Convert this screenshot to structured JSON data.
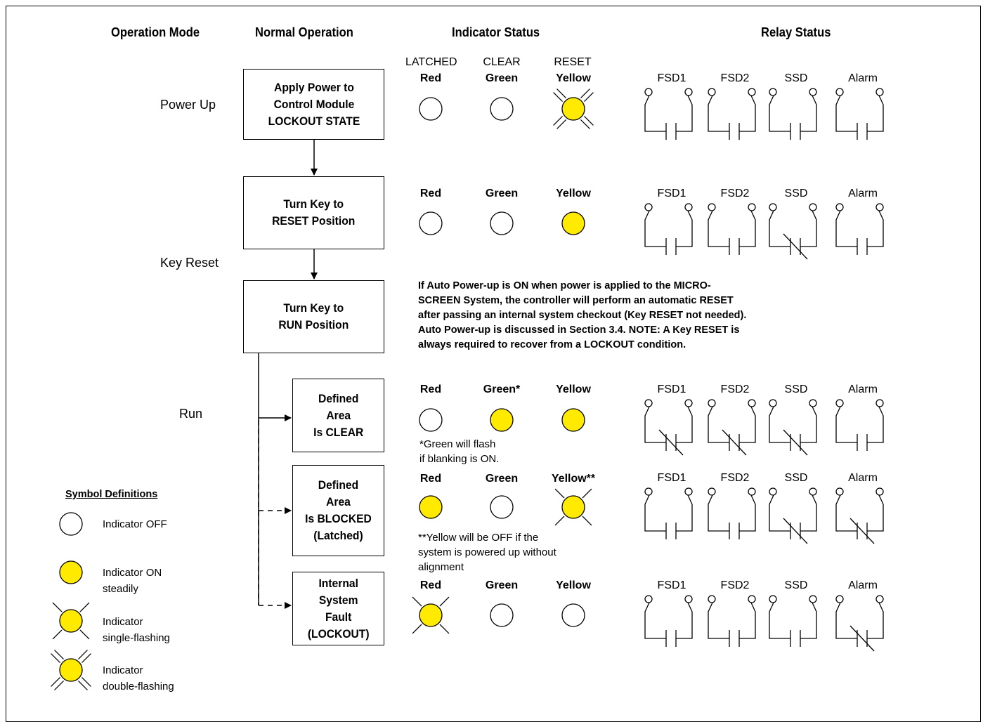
{
  "headers": {
    "operation_mode": "Operation Mode",
    "normal_operation": "Normal Operation",
    "indicator_status": "Indicator Status",
    "relay_status": "Relay Status"
  },
  "modes": {
    "power_up": "Power Up",
    "key_reset": "Key Reset",
    "run": "Run"
  },
  "boxes": {
    "apply_power": "Apply Power to\nControl Module\nLOCKOUT STATE",
    "turn_reset": "Turn Key to\nRESET Position",
    "turn_run": "Turn Key to\nRUN Position",
    "area_clear": "Defined\nArea\nIs CLEAR",
    "area_blocked": "Defined\nArea\nIs BLOCKED\n(Latched)",
    "internal_fault": "Internal\nSystem\nFault\n(LOCKOUT)"
  },
  "indicator_top_labels": {
    "latched": "LATCHED",
    "clear": "CLEAR",
    "reset": "RESET"
  },
  "rows": [
    {
      "id": "power_up",
      "labels": [
        "Red",
        "Green",
        "Yellow"
      ],
      "states": [
        "off",
        "off",
        "double-flashing"
      ],
      "relays": [
        {
          "name": "FSD1",
          "state": "open"
        },
        {
          "name": "FSD2",
          "state": "open"
        },
        {
          "name": "SSD",
          "state": "open"
        },
        {
          "name": "Alarm",
          "state": "open"
        }
      ]
    },
    {
      "id": "key_reset",
      "labels": [
        "Red",
        "Green",
        "Yellow"
      ],
      "states": [
        "off",
        "off",
        "on"
      ],
      "relays": [
        {
          "name": "FSD1",
          "state": "open"
        },
        {
          "name": "FSD2",
          "state": "open"
        },
        {
          "name": "SSD",
          "state": "closed"
        },
        {
          "name": "Alarm",
          "state": "open"
        }
      ]
    },
    {
      "id": "area_clear",
      "labels": [
        "Red",
        "Green*",
        "Yellow"
      ],
      "states": [
        "off",
        "on",
        "on"
      ],
      "relays": [
        {
          "name": "FSD1",
          "state": "closed"
        },
        {
          "name": "FSD2",
          "state": "closed"
        },
        {
          "name": "SSD",
          "state": "closed"
        },
        {
          "name": "Alarm",
          "state": "open"
        }
      ]
    },
    {
      "id": "area_blocked",
      "labels": [
        "Red",
        "Green",
        "Yellow**"
      ],
      "states": [
        "on",
        "off",
        "single-flashing"
      ],
      "relays": [
        {
          "name": "FSD1",
          "state": "open"
        },
        {
          "name": "FSD2",
          "state": "open"
        },
        {
          "name": "SSD",
          "state": "closed"
        },
        {
          "name": "Alarm",
          "state": "closed"
        }
      ]
    },
    {
      "id": "internal_fault",
      "labels": [
        "Red",
        "Green",
        "Yellow"
      ],
      "states": [
        "single-flashing",
        "off",
        "off"
      ],
      "relays": [
        {
          "name": "FSD1",
          "state": "open"
        },
        {
          "name": "FSD2",
          "state": "open"
        },
        {
          "name": "SSD",
          "state": "open"
        },
        {
          "name": "Alarm",
          "state": "closed"
        }
      ]
    }
  ],
  "notes": {
    "auto_power_up": "If Auto Power-up is ON when power is applied to the MICRO-\nSCREEN System, the controller will perform an automatic RESET\nafter passing an internal system checkout (Key RESET not needed).\nAuto Power-up is discussed in Section 3.4.  NOTE: A Key RESET is\nalways required to recover from a LOCKOUT condition.",
    "green_flash": "*Green will flash\nif blanking is ON.",
    "yellow_off": "**Yellow will be OFF if the\nsystem is powered up without\nalignment"
  },
  "legend": {
    "title": "Symbol Definitions",
    "items": [
      {
        "state": "off",
        "label": "Indicator OFF"
      },
      {
        "state": "on",
        "label": "Indicator ON\nsteadily"
      },
      {
        "state": "single-flashing",
        "label": "Indicator\nsingle-flashing"
      },
      {
        "state": "double-flashing",
        "label": "Indicator\ndouble-flashing"
      }
    ]
  },
  "colors": {
    "lamp_on": "#ffea00",
    "lamp_off": "#ffffff",
    "line": "#000000"
  }
}
